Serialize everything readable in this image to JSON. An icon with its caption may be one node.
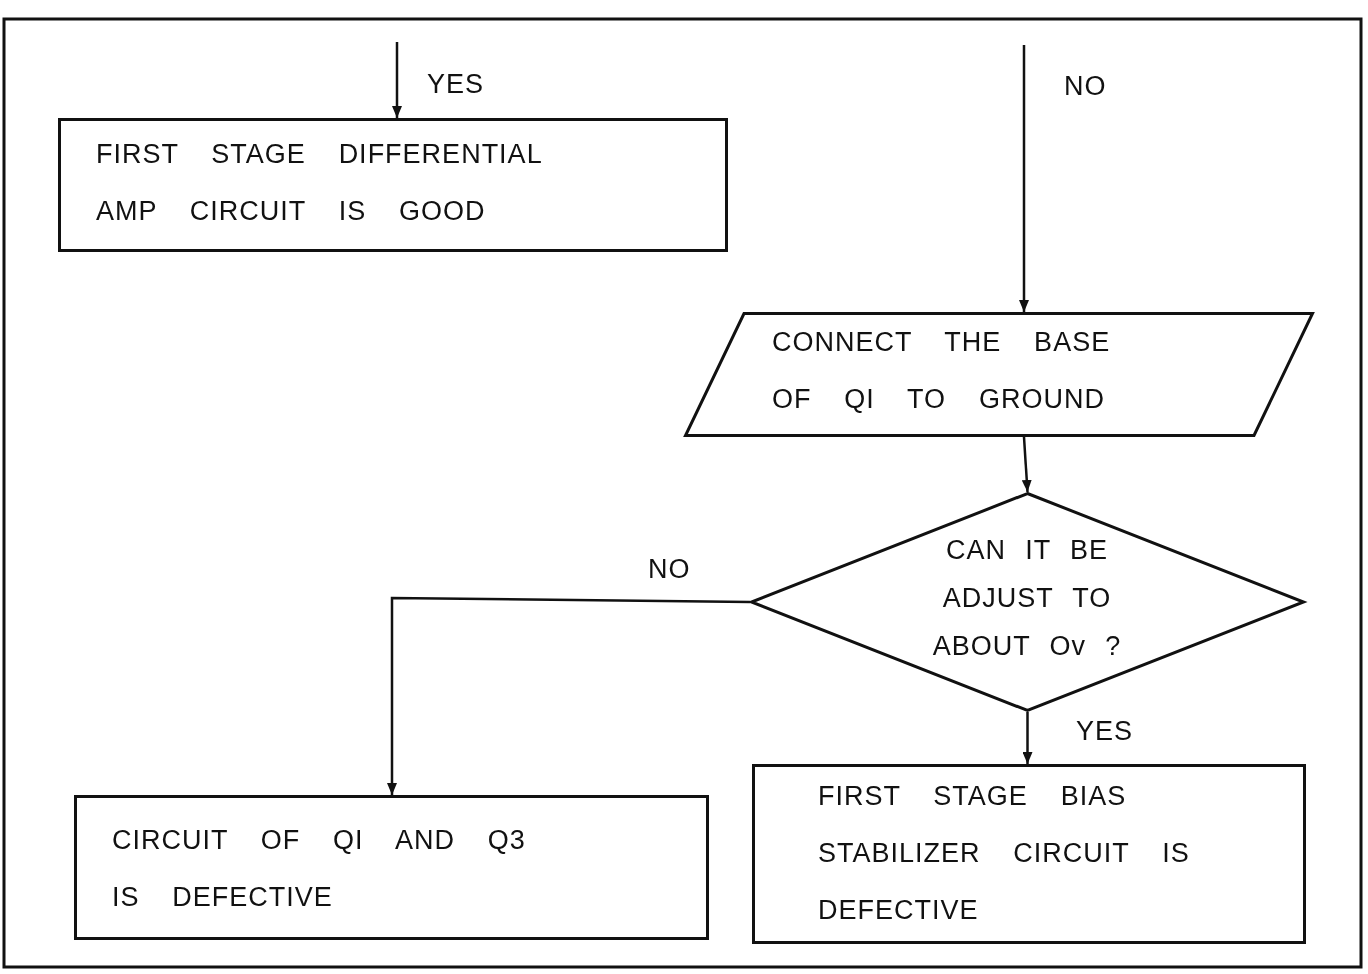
{
  "diagram": {
    "nodes": [
      {
        "text": [
          "FIRST STAGE DIFFERENTIAL AMP CIRCUIT IS GOOD"
        ]
      },
      {
        "text": [
          "CONNECT THE BASE OF QI TO GROUND"
        ]
      },
      {
        "text": [
          "CAN IT BE ADJUST TO ABOUT Ov ?"
        ]
      },
      {
        "text": [
          "CIRCUIT OF QI AND Q3 IS DEFECTIVE"
        ]
      },
      {
        "text": [
          "FIRST STAGE BIAS STABILIZER CIRCUIT IS DEFECTIVE"
        ]
      }
    ],
    "edges": [
      {
        "from": null,
        "to": 0,
        "arrow": "to",
        "label": "YES"
      },
      {
        "from": null,
        "to": 1,
        "arrow": "to",
        "label": "NO"
      },
      {
        "from": 1,
        "to": 2,
        "arrow": "to"
      },
      {
        "from": 2,
        "to": 3,
        "arrow": "to",
        "label": "NO"
      },
      {
        "from": 2,
        "to": 4,
        "arrow": "to",
        "label": "YES"
      }
    ]
  }
}
